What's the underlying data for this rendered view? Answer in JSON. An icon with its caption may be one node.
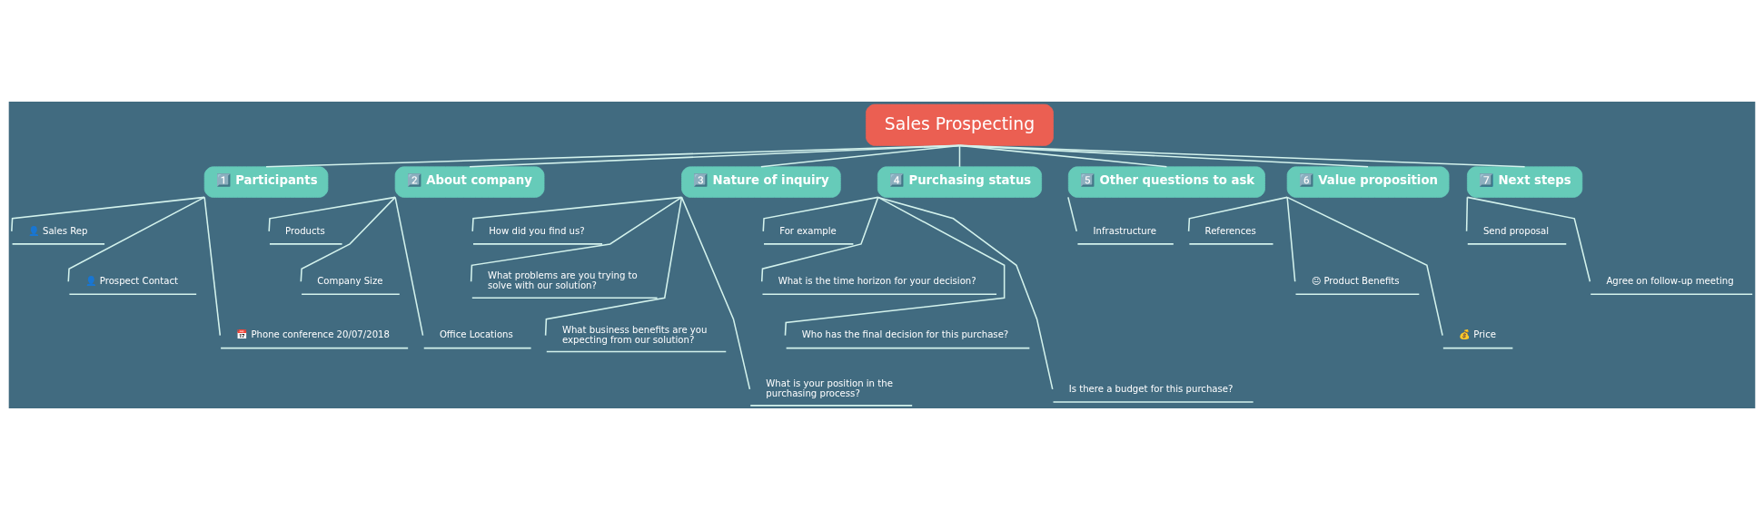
{
  "diagram": {
    "nodes": [
      {
        "text": [
          "Sales Prospecting"
        ]
      },
      {
        "text": [
          "1️⃣ Participants"
        ]
      },
      {
        "text": [
          "👤 Sales Rep"
        ]
      },
      {
        "text": [
          "👤 Prospect Contact"
        ]
      },
      {
        "text": [
          "📅 Phone conference 20/07/2018"
        ]
      },
      {
        "text": [
          "2️⃣ About company"
        ]
      },
      {
        "text": [
          "Products"
        ]
      },
      {
        "text": [
          "Company Size"
        ]
      },
      {
        "text": [
          "Office Locations"
        ]
      },
      {
        "text": [
          "3️⃣ Nature of inquiry"
        ]
      },
      {
        "text": [
          "How did you find us?"
        ]
      },
      {
        "text": [
          "What problems are you trying to solve with our solution?"
        ]
      },
      {
        "text": [
          "What business benefits are you expecting from our solution?"
        ]
      },
      {
        "text": [
          "What is your position in the purchasing process?"
        ]
      },
      {
        "text": [
          "4️⃣ Purchasing status"
        ]
      },
      {
        "text": [
          "For example"
        ]
      },
      {
        "text": [
          "What is the time horizon for your decision?"
        ]
      },
      {
        "text": [
          "Who has the final decision for this purchase?"
        ]
      },
      {
        "text": [
          "Is there a budget for this purchase?"
        ]
      },
      {
        "text": [
          "5️⃣ Other questions to ask"
        ]
      },
      {
        "text": [
          "Infrastructure"
        ]
      },
      {
        "text": [
          "6️⃣ Value proposition"
        ]
      },
      {
        "text": [
          "References"
        ]
      },
      {
        "text": [
          "😐 Product Benefits"
        ]
      },
      {
        "text": [
          "💰 Price"
        ]
      },
      {
        "text": [
          "7️⃣ Next steps"
        ]
      },
      {
        "text": [
          "Send proposal"
        ]
      },
      {
        "text": [
          "Agree on follow-up meeting"
        ]
      }
    ],
    "edges": [
      {
        "from": 0,
        "to": 1,
        "arrow": "none"
      },
      {
        "from": 0,
        "to": 5,
        "arrow": "none"
      },
      {
        "from": 0,
        "to": 9,
        "arrow": "none"
      },
      {
        "from": 0,
        "to": 14,
        "arrow": "none"
      },
      {
        "from": 0,
        "to": 19,
        "arrow": "none"
      },
      {
        "from": 0,
        "to": 21,
        "arrow": "none"
      },
      {
        "from": 0,
        "to": 25,
        "arrow": "none"
      },
      {
        "from": 1,
        "to": 2,
        "arrow": "none"
      },
      {
        "from": 1,
        "to": 3,
        "arrow": "none"
      },
      {
        "from": 1,
        "to": 4,
        "arrow": "none"
      },
      {
        "from": 5,
        "to": 6,
        "arrow": "none"
      },
      {
        "from": 5,
        "to": 7,
        "arrow": "none"
      },
      {
        "from": 5,
        "to": 8,
        "arrow": "none"
      },
      {
        "from": 9,
        "to": 10,
        "arrow": "none"
      },
      {
        "from": 9,
        "to": 11,
        "arrow": "none"
      },
      {
        "from": 9,
        "to": 12,
        "arrow": "none"
      },
      {
        "from": 9,
        "to": 13,
        "arrow": "none"
      },
      {
        "from": 14,
        "to": 15,
        "arrow": "none"
      },
      {
        "from": 14,
        "to": 16,
        "arrow": "none"
      },
      {
        "from": 14,
        "to": 17,
        "arrow": "none"
      },
      {
        "from": 14,
        "to": 18,
        "arrow": "none"
      },
      {
        "from": 19,
        "to": 20,
        "arrow": "none"
      },
      {
        "from": 21,
        "to": 22,
        "arrow": "none"
      },
      {
        "from": 21,
        "to": 23,
        "arrow": "none"
      },
      {
        "from": 21,
        "to": 24,
        "arrow": "none"
      },
      {
        "from": 25,
        "to": 26,
        "arrow": "none"
      },
      {
        "from": 25,
        "to": 27,
        "arrow": "none"
      }
    ]
  }
}
